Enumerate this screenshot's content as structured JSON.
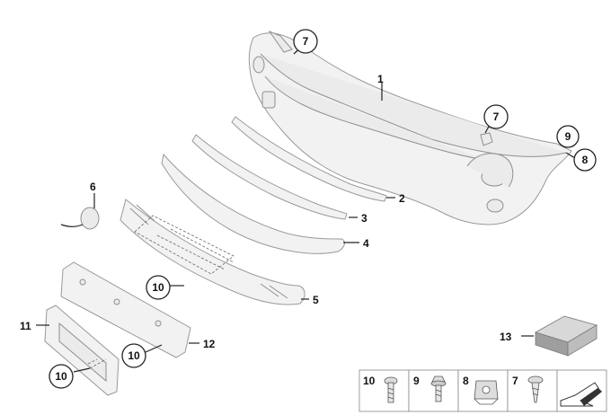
{
  "callouts": {
    "c1": "1",
    "c2": "2",
    "c3": "3",
    "c4": "4",
    "c5": "5",
    "c6": "6",
    "c7a": "7",
    "c7b": "7",
    "c8": "8",
    "c9": "9",
    "c10a": "10",
    "c10b": "10",
    "c10c": "10",
    "c11": "11",
    "c12": "12",
    "c13": "13"
  },
  "legend": {
    "l10": "10",
    "l9": "9",
    "l8": "8",
    "l7": "7"
  },
  "icons": {
    "bumper": "front-bumper-trim-icon",
    "screw": "screw-icon",
    "clip": "clip-nut-icon",
    "box": "repair-kit-box-icon",
    "arrow": "direction-arrow-icon"
  }
}
